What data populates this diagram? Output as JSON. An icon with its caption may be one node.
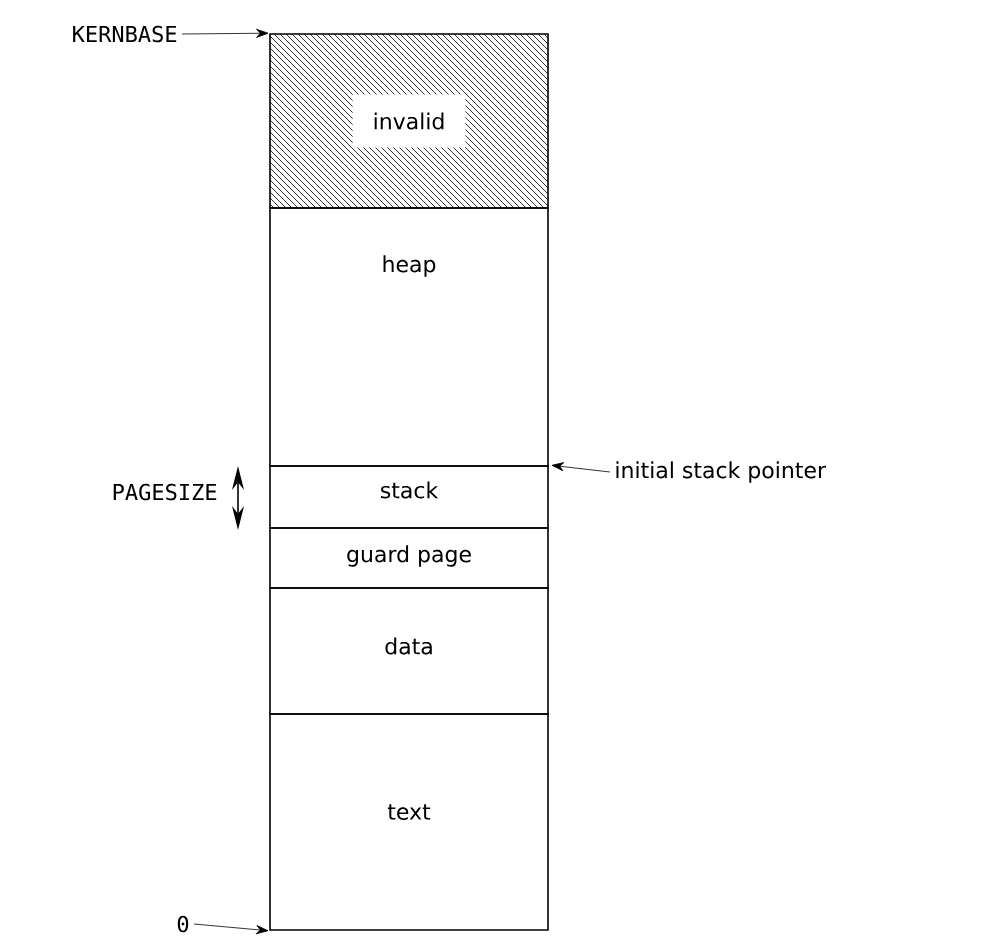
{
  "diagram": {
    "nodes": [
      {
        "text": [
          "invalid"
        ]
      },
      {
        "text": [
          "heap"
        ]
      },
      {
        "text": [
          "stack"
        ]
      },
      {
        "text": [
          "guard page"
        ]
      },
      {
        "text": [
          "data"
        ]
      },
      {
        "text": [
          "text"
        ]
      },
      {
        "text": [
          "KERNBASE"
        ]
      },
      {
        "text": [
          "0"
        ]
      },
      {
        "text": [
          "initial stack pointer"
        ]
      }
    ],
    "edges": [
      {
        "from": 6,
        "to": 0,
        "arrow": "to"
      },
      {
        "from": 7,
        "to": 5,
        "arrow": "to"
      },
      {
        "from": 8,
        "to": 2,
        "arrow": "to"
      }
    ],
    "labels": [
      "PAGESIZE"
    ]
  }
}
